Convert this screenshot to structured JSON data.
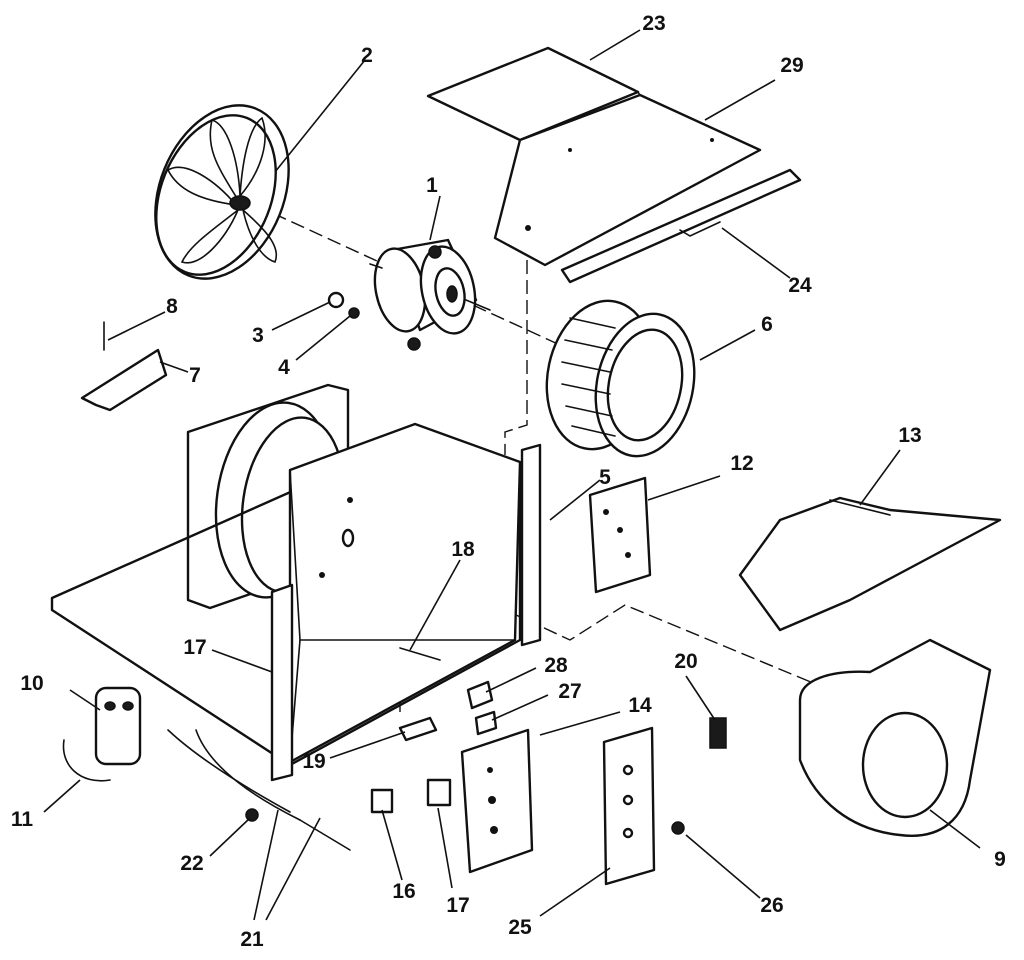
{
  "callouts": [
    {
      "id": "c1",
      "label": "1"
    },
    {
      "id": "c2",
      "label": "2"
    },
    {
      "id": "c3",
      "label": "3"
    },
    {
      "id": "c4",
      "label": "4"
    },
    {
      "id": "c5",
      "label": "5"
    },
    {
      "id": "c6",
      "label": "6"
    },
    {
      "id": "c7",
      "label": "7"
    },
    {
      "id": "c8",
      "label": "8"
    },
    {
      "id": "c9",
      "label": "9"
    },
    {
      "id": "c10",
      "label": "10"
    },
    {
      "id": "c11",
      "label": "11"
    },
    {
      "id": "c12",
      "label": "12"
    },
    {
      "id": "c13",
      "label": "13"
    },
    {
      "id": "c14",
      "label": "14"
    },
    {
      "id": "c16",
      "label": "16"
    },
    {
      "id": "c17a",
      "label": "17"
    },
    {
      "id": "c17b",
      "label": "17"
    },
    {
      "id": "c18",
      "label": "18"
    },
    {
      "id": "c19",
      "label": "19"
    },
    {
      "id": "c20",
      "label": "20"
    },
    {
      "id": "c21",
      "label": "21"
    },
    {
      "id": "c22",
      "label": "22"
    },
    {
      "id": "c23",
      "label": "23"
    },
    {
      "id": "c24",
      "label": "24"
    },
    {
      "id": "c25",
      "label": "25"
    },
    {
      "id": "c26",
      "label": "26"
    },
    {
      "id": "c27",
      "label": "27"
    },
    {
      "id": "c28",
      "label": "28"
    },
    {
      "id": "c29",
      "label": "29"
    }
  ]
}
